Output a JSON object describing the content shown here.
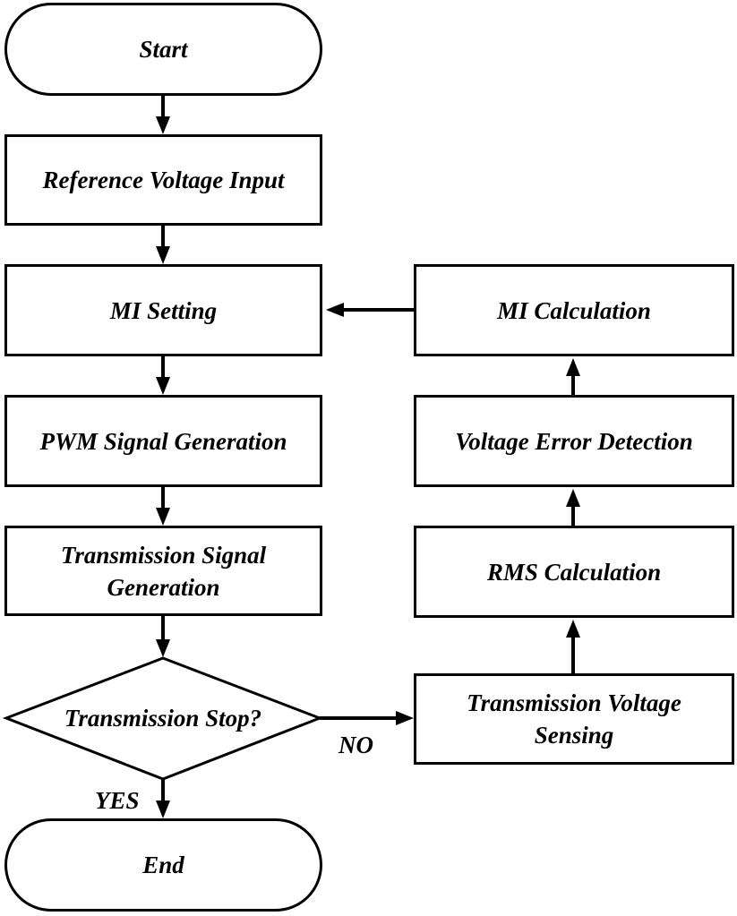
{
  "flowchart": {
    "start": "Start",
    "reference_input": "Reference Voltage Input",
    "mi_setting": "MI Setting",
    "pwm_generation": "PWM Signal Generation",
    "transmission_signal_line1": "Transmission Signal",
    "transmission_signal_line2": "Generation",
    "decision": "Transmission Stop?",
    "yes_label": "YES",
    "no_label": "NO",
    "end": "End",
    "voltage_sensing_line1": "Transmission Voltage",
    "voltage_sensing_line2": "Sensing",
    "rms_calculation": "RMS Calculation",
    "error_detection": "Voltage Error Detection",
    "mi_calculation": "MI Calculation"
  }
}
